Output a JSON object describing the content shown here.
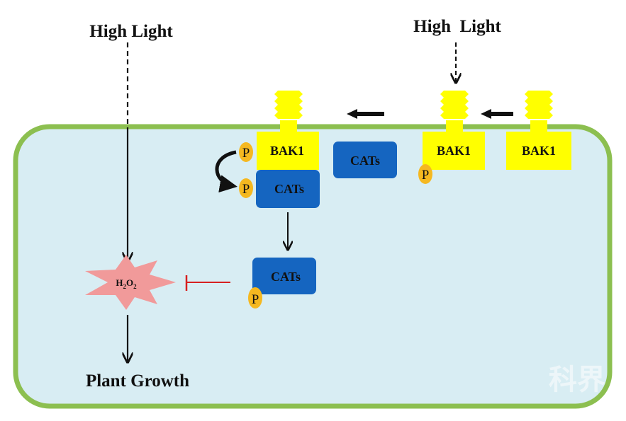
{
  "labels": {
    "high_light_left": "High Light",
    "high_light_right": "High  Light",
    "plant_growth": "Plant Growth",
    "h2o2_h": "H",
    "h2o2_sub1": "2",
    "h2o2_o": "O",
    "h2o2_sub2": "2"
  },
  "receptors": {
    "bak1_left": "BAK1",
    "bak1_middle": "BAK1",
    "bak1_right": "BAK1"
  },
  "cats": {
    "cats_free": "CATs",
    "cats_bound": "CATs",
    "cats_lower": "CATs"
  },
  "phospho": {
    "p_bak1_top": "P",
    "p_cats_bound": "P",
    "p_bak1_middle": "P",
    "p_cats_lower": "P"
  },
  "watermark": {
    "text": "科界"
  },
  "colors": {
    "cell_fill": "#d8edf3",
    "cell_border": "#8cbf50",
    "bak1": "#ffff00",
    "cats": "#1565c0",
    "phosphate": "#f5b820",
    "burst": "#f19a9a",
    "inhibit": "#d62020",
    "arrow": "#111111"
  }
}
